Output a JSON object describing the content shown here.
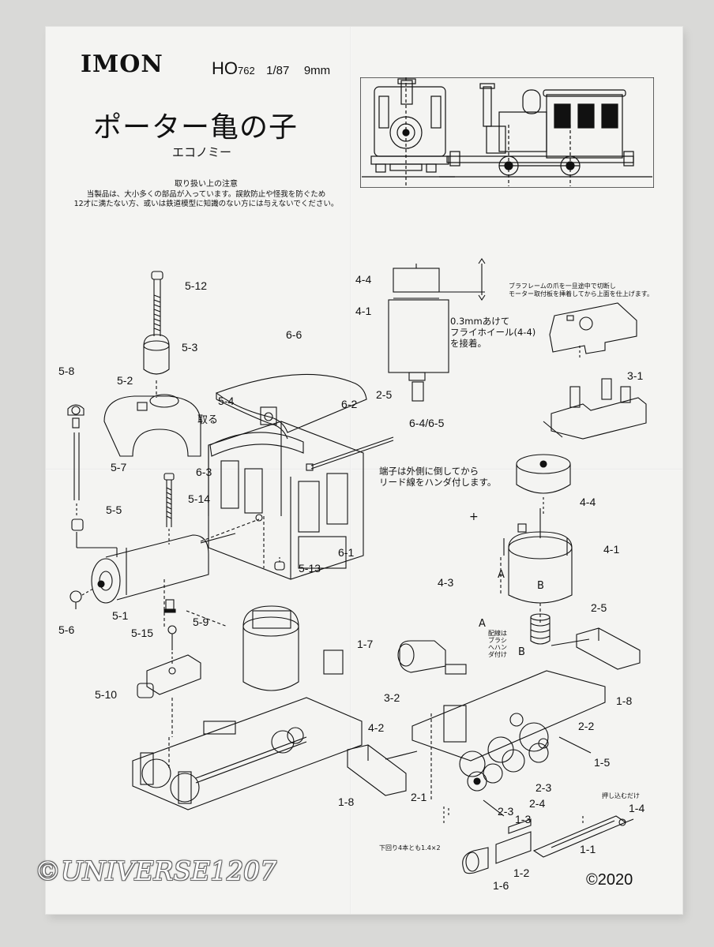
{
  "header": {
    "brand": "IMON",
    "scale_ho": "HO",
    "model_number": "762",
    "scale_ratio": "1/87",
    "gauge": "9mm",
    "title": "ポーター亀の子",
    "subtitle": "エコノミー"
  },
  "caution": {
    "heading": "取り扱い上の注意",
    "line1": "当製品は、大小多くの部品が入っています。誤飲防止や怪我を防ぐため",
    "line2": "12才に満たない方、或いは鉄道模型に知識のない方には与えないでください。"
  },
  "notes": {
    "flywheel_1": "0.3mmあけて",
    "flywheel_2": "フライホイール(4-4)",
    "flywheel_3": "を接着。",
    "terminal_1": "端子は外側に倒してから",
    "terminal_2": "リード線をハンダ付します。",
    "frame_1": "ブラフレームの爪を一旦途中で切断し",
    "frame_2": "モーター取付板を挿着してから上面を仕上げます。",
    "toremu": "取る",
    "wiring_1": "配線は",
    "wiring_2": "ブラシ",
    "wiring_3": "へハン",
    "wiring_4": "ダ付け",
    "press_only": "押し込むだけ",
    "screws": "下回り4本とも1.4×2",
    "plus": "+",
    "a1": "A",
    "b1": "B",
    "a2": "A",
    "b2": "B"
  },
  "parts": {
    "p5_12": "5-12",
    "p5_3": "5-3",
    "p5_8": "5-8",
    "p5_2": "5-2",
    "p5_4": "5-4",
    "p6_6": "6-6",
    "p6_2": "6-2",
    "p6_4_5": "6-4/6-5",
    "p6_3": "6-3",
    "p5_7": "5-7",
    "p5_14": "5-14",
    "p5_5": "5-5",
    "p6_1": "6-1",
    "p5_13": "5-13",
    "p5_6": "5-6",
    "p5_1": "5-1",
    "p5_9": "5-9",
    "p5_15": "5-15",
    "p5_10": "5-10",
    "p4_4_top": "4-4",
    "p4_1_top": "4-1",
    "p2_5_top": "2-5",
    "p3_1": "3-1",
    "p4_4": "4-4",
    "p4_1": "4-1",
    "p4_3": "4-3",
    "p2_5": "2-5",
    "p1_7": "1-7",
    "p1_8_right": "1-8",
    "p3_2": "3-2",
    "p4_2": "4-2",
    "p2_2": "2-2",
    "p1_5": "1-5",
    "p1_8_left": "1-8",
    "p2_1": "2-1",
    "p2_3a": "2-3",
    "p2_3b": "2-3",
    "p2_4": "2-4",
    "p1_3": "1-3",
    "p1_4": "1-4",
    "p1_1": "1-1",
    "p1_2": "1-2",
    "p1_6": "1-6"
  },
  "footer": {
    "watermark": "©UNIVERSE1207",
    "copyright": "©2020"
  }
}
